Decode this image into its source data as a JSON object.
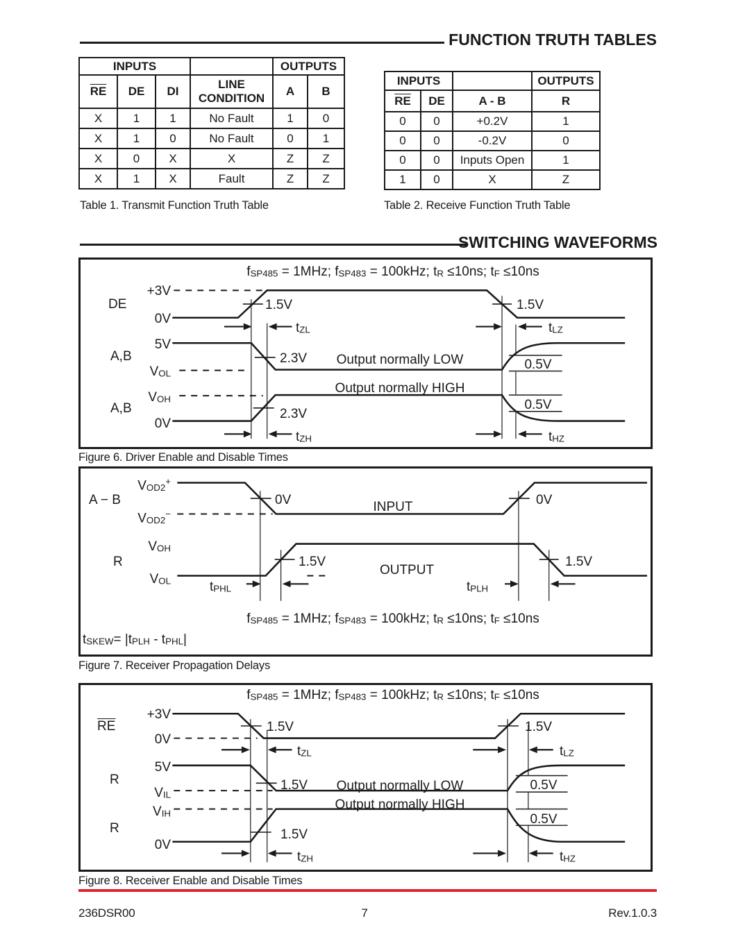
{
  "header": {
    "title": "FUNCTION TRUTH TABLES"
  },
  "waveforms_header": {
    "title": "SWITCHING WAVEFORMS"
  },
  "accent_red": "#e2222a",
  "table1": {
    "caption": "Table 1. Transmit Function Truth Table",
    "inputs_label": "INPUTS",
    "outputs_label": "OUTPUTS",
    "col_headers": [
      "RE",
      "DE",
      "DI",
      "LINE CONDITION",
      "A",
      "B"
    ],
    "rows": [
      [
        "X",
        "1",
        "1",
        "No Fault",
        "1",
        "0"
      ],
      [
        "X",
        "1",
        "0",
        "No Fault",
        "0",
        "1"
      ],
      [
        "X",
        "0",
        "X",
        "X",
        "Z",
        "Z"
      ],
      [
        "X",
        "1",
        "X",
        "Fault",
        "Z",
        "Z"
      ]
    ]
  },
  "table2": {
    "caption": "Table 2. Receive Function Truth Table",
    "inputs_label": "INPUTS",
    "outputs_label": "OUTPUTS",
    "col_headers": [
      "RE",
      "DE",
      "A - B",
      "R"
    ],
    "rows": [
      [
        "0",
        "0",
        "+0.2V",
        "1"
      ],
      [
        "0",
        "0",
        "-0.2V",
        "0"
      ],
      [
        "0",
        "0",
        "Inputs Open",
        "1"
      ],
      [
        "1",
        "0",
        "X",
        "Z"
      ]
    ]
  },
  "fig6": {
    "condition": "f~SP485~ = 1MHz; f~SP483~ = 100kHz; t~R~ ≤10ns; t~F~ ≤10ns",
    "caption": "Figure 6. Driver Enable and Disable Times",
    "labels": {
      "de": "DE",
      "plus3v": "+3V",
      "zero_v_de": "0V",
      "v15_left": "1.5V",
      "v15_right": "1.5V",
      "t_zl": "t~ZL~",
      "t_lz": "t~LZ~",
      "five_v": "5V",
      "ab_low": "A,B",
      "v_ol": "V~OL~",
      "v23_low": "2.3V",
      "out_low": "Output normally LOW",
      "half_low": "0.5V",
      "v_oh": "V~OH~",
      "ab_high": "A,B",
      "v23_high": "2.3V",
      "out_high": "Output normally HIGH",
      "half_high": "0.5V",
      "zero_v_ab": "0V",
      "t_zh": "t~ZH~",
      "t_hz": "t~HZ~"
    }
  },
  "fig7": {
    "condition": "f~SP485~ = 1MHz; f~SP483~ = 100kHz; t~R~ ≤10ns; t~F~ ≤10ns",
    "skew": "t~SKEW~= |t~PLH~ - t~PHL~|",
    "caption": "Figure 7. Receiver Propagation Delays",
    "labels": {
      "vod2p": "V~OD2~^+^",
      "a_minus_b": "A − B",
      "vod2m": "V~OD2~^−^",
      "zero_v_left": "0V",
      "zero_v_right": "0V",
      "input": "INPUT",
      "v_oh": "V~OH~",
      "r": "R",
      "v_ol": "V~OL~",
      "v15_left": "1.5V",
      "v15_right": "1.5V",
      "output": "OUTPUT",
      "t_phl": "t~PHL~",
      "t_plh": "t~PLH~"
    }
  },
  "fig8": {
    "condition": "f~SP485~ = 1MHz; f~SP483~ = 100kHz; t~R~ ≤10ns; t~F~ ≤10ns",
    "caption": "Figure 8. Receiver Enable and Disable Times",
    "labels": {
      "re": "RE",
      "plus3v": "+3V",
      "zero_v_re": "0V",
      "v15_tl": "1.5V",
      "v15_tr": "1.5V",
      "t_zl": "t~ZL~",
      "t_lz": "t~LZ~",
      "five_v": "5V",
      "r_low": "R",
      "v15_low": "1.5V",
      "out_low": "Output normally LOW",
      "half_low": "0.5V",
      "v_il": "V~IL~",
      "v_ih": "V~IH~",
      "r_high": "R",
      "v15_high": "1.5V",
      "out_high": "Output normally HIGH",
      "half_high": "0.5V",
      "zero_v_r": "0V",
      "t_zh": "t~ZH~",
      "t_hz": "t~HZ~"
    }
  },
  "footer": {
    "doc": "236DSR00",
    "page": "7",
    "rev": "Rev.1.0.3"
  }
}
